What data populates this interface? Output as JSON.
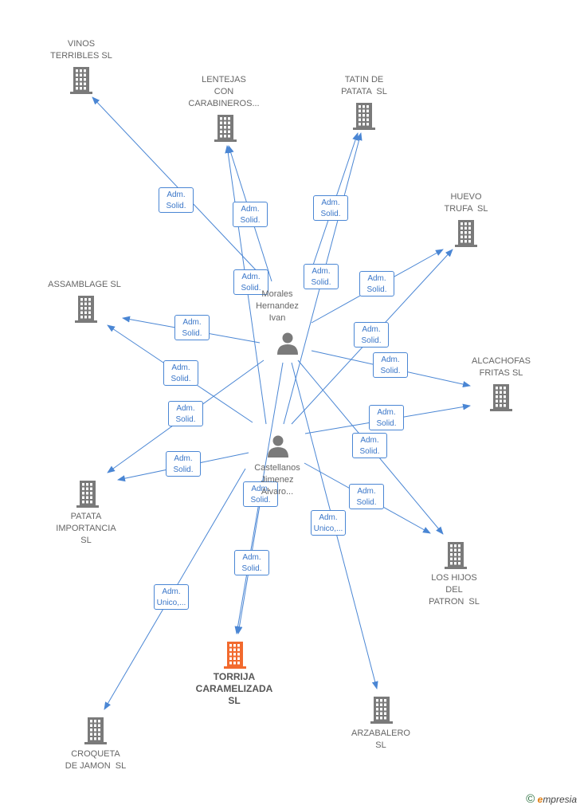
{
  "colors": {
    "edge": "#4a86d4",
    "node": "#7a7a7a",
    "focus": "#f26a2e"
  },
  "people": [
    {
      "id": "p1",
      "name": "Morales\nHernandez\nIvan",
      "icon": "person-icon"
    },
    {
      "id": "p2",
      "name": "Castellanos\nJimenez\nAlvaro...",
      "icon": "person-icon"
    }
  ],
  "companies": [
    {
      "id": "c_vinos",
      "name": "VINOS\nTERRIBLES SL",
      "icon": "building-icon"
    },
    {
      "id": "c_lentejas",
      "name": "LENTEJAS\nCON\nCARABINEROS...",
      "icon": "building-icon"
    },
    {
      "id": "c_tatin",
      "name": "TATIN DE\nPATATA  SL",
      "icon": "building-icon"
    },
    {
      "id": "c_huevo",
      "name": "HUEVO\nTRUFA  SL",
      "icon": "building-icon"
    },
    {
      "id": "c_assamblage",
      "name": "ASSAMBLAGE SL",
      "icon": "building-icon"
    },
    {
      "id": "c_alcachofas",
      "name": "ALCACHOFAS\nFRITAS SL",
      "icon": "building-icon"
    },
    {
      "id": "c_patata",
      "name": "PATATA\nIMPORTANCIA\nSL",
      "icon": "building-icon"
    },
    {
      "id": "c_hijos",
      "name": "LOS HIJOS\nDEL\nPATRON  SL",
      "icon": "building-icon"
    },
    {
      "id": "c_torrija",
      "name": "TORRIJA\nCARAMELIZADA\nSL",
      "icon": "building-icon",
      "focus": true
    },
    {
      "id": "c_arzabalero",
      "name": "ARZABALERO\nSL",
      "icon": "building-icon"
    },
    {
      "id": "c_croqueta",
      "name": "CROQUETA\nDE JAMON  SL",
      "icon": "building-icon"
    }
  ],
  "relations": [
    {
      "from": "p1",
      "to": "c_vinos",
      "label": "Adm.\nSolid."
    },
    {
      "from": "p1",
      "to": "c_lentejas",
      "label": "Adm.\nSolid."
    },
    {
      "from": "p2",
      "to": "c_lentejas",
      "label": "Adm.\nSolid."
    },
    {
      "from": "p1",
      "to": "c_tatin",
      "label": "Adm.\nSolid."
    },
    {
      "from": "p2",
      "to": "c_tatin",
      "label": "Adm.\nSolid."
    },
    {
      "from": "p1",
      "to": "c_huevo",
      "label": "Adm.\nSolid."
    },
    {
      "from": "p2",
      "to": "c_huevo",
      "label": "Adm.\nSolid."
    },
    {
      "from": "p1",
      "to": "c_assamblage",
      "label": "Adm.\nSolid."
    },
    {
      "from": "p2",
      "to": "c_assamblage",
      "label": "Adm.\nSolid."
    },
    {
      "from": "p1",
      "to": "c_alcachofas",
      "label": "Adm.\nSolid."
    },
    {
      "from": "p2",
      "to": "c_alcachofas",
      "label": "Adm.\nSolid."
    },
    {
      "from": "p1",
      "to": "c_patata",
      "label": "Adm.\nSolid."
    },
    {
      "from": "p2",
      "to": "c_patata",
      "label": "Adm.\nSolid."
    },
    {
      "from": "p1",
      "to": "c_hijos",
      "label": "Adm.\nSolid."
    },
    {
      "from": "p2",
      "to": "c_hijos",
      "label": "Adm.\nSolid."
    },
    {
      "from": "p1",
      "to": "c_torrija",
      "label": "Adm.\nSolid."
    },
    {
      "from": "p2",
      "to": "c_torrija",
      "label": "Adm.\nSolid."
    },
    {
      "from": "p1",
      "to": "c_arzabalero",
      "label": "Adm.\nUnico,..."
    },
    {
      "from": "p2",
      "to": "c_croqueta",
      "label": "Adm.\nUnico,..."
    }
  ],
  "footer": {
    "copyright": "©",
    "brand_initial": "e",
    "brand_rest": "mpresia"
  }
}
